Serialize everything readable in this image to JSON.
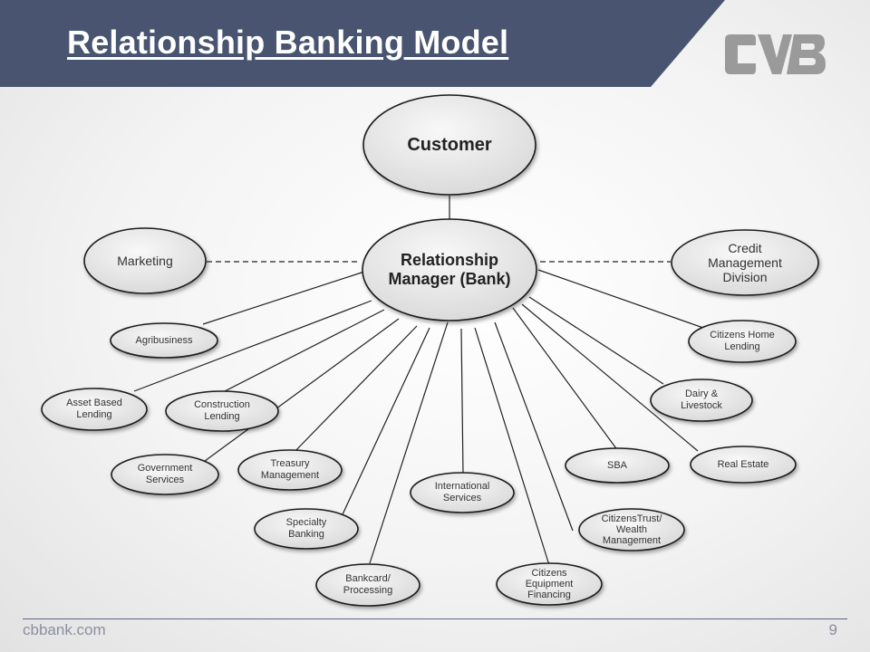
{
  "slide": {
    "title": "Relationship Banking Model",
    "footer_site": "cbbank.com",
    "page_number": "9"
  },
  "logo": {
    "name": "cvb-logo-icon",
    "color": "#9a9a9a"
  },
  "colors": {
    "header": "#485470",
    "node_fill": "#e6e6e6",
    "node_border": "#1a1a1a",
    "connector": "#222222"
  },
  "nodes": {
    "customer": "Customer",
    "relationship_manager": "Relationship Manager (Bank)",
    "marketing": "Marketing",
    "credit_management": "Credit Management Division",
    "agribusiness": "Agribusiness",
    "citizens_home_lending": "Citizens Home Lending",
    "asset_based_lending": "Asset Based Lending",
    "construction_lending": "Construction Lending",
    "dairy_livestock": "Dairy & Livestock",
    "government_services": "Government Services",
    "treasury_management": "Treasury Management",
    "sba": "SBA",
    "real_estate": "Real Estate",
    "international_services": "International Services",
    "specialty_banking": "Specialty Banking",
    "citizenstrust_wealth": "CitizensTrust/ Wealth Management",
    "bankcard_processing": "Bankcard/ Processing",
    "citizens_equipment_financing": "Citizens Equipment Financing"
  },
  "links": [
    {
      "from": "customer",
      "to": "relationship_manager",
      "style": "solid"
    },
    {
      "from": "relationship_manager",
      "to": "marketing",
      "style": "dashed"
    },
    {
      "from": "relationship_manager",
      "to": "credit_management",
      "style": "dashed"
    }
  ]
}
